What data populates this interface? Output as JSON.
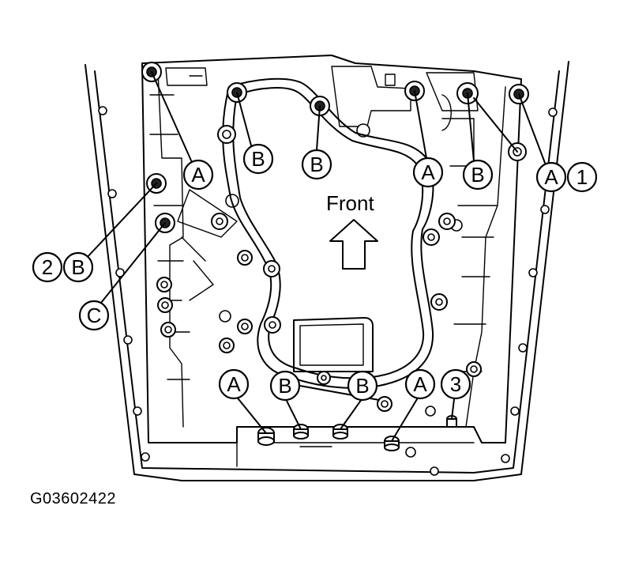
{
  "figure_id": "G03602422",
  "front_label": "Front",
  "callouts": [
    {
      "id": "c1",
      "text": "A"
    },
    {
      "id": "c2",
      "text": "B"
    },
    {
      "id": "c3",
      "text": "B"
    },
    {
      "id": "c4",
      "text": "A"
    },
    {
      "id": "c5",
      "text": "B"
    },
    {
      "id": "c6",
      "text": "A"
    },
    {
      "id": "c7",
      "text": "1"
    },
    {
      "id": "c8",
      "text": "2"
    },
    {
      "id": "c9",
      "text": "B"
    },
    {
      "id": "c10",
      "text": "C"
    },
    {
      "id": "c11",
      "text": "A"
    },
    {
      "id": "c12",
      "text": "B"
    },
    {
      "id": "c13",
      "text": "B"
    },
    {
      "id": "c14",
      "text": "A"
    },
    {
      "id": "c15",
      "text": "3"
    }
  ]
}
